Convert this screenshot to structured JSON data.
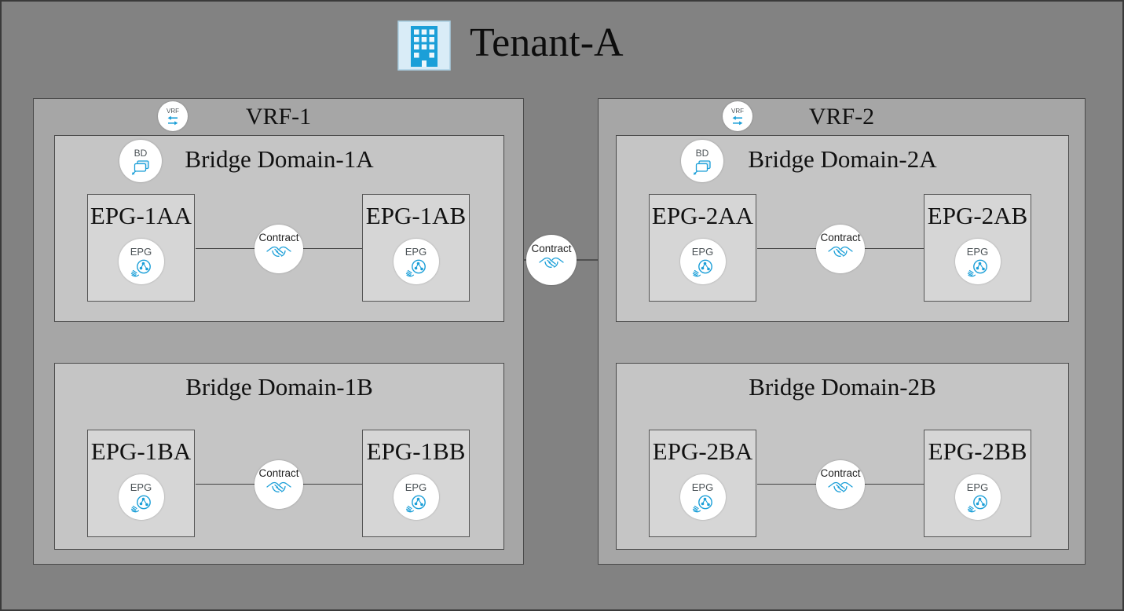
{
  "header": {
    "title": "Tenant-A"
  },
  "labels": {
    "contract": "Contract",
    "vrf_badge": "VRF",
    "bd_badge": "BD",
    "epg_badge": "EPG"
  },
  "vrfs": [
    {
      "label": "VRF-1",
      "bridge_domains": [
        {
          "label": "Bridge Domain-1A",
          "epgs": [
            {
              "label": "EPG-1AA"
            },
            {
              "label": "EPG-1AB"
            }
          ]
        },
        {
          "label": "Bridge Domain-1B",
          "epgs": [
            {
              "label": "EPG-1BA"
            },
            {
              "label": "EPG-1BB"
            }
          ]
        }
      ]
    },
    {
      "label": "VRF-2",
      "bridge_domains": [
        {
          "label": "Bridge Domain-2A",
          "epgs": [
            {
              "label": "EPG-2AA"
            },
            {
              "label": "EPG-2AB"
            }
          ]
        },
        {
          "label": "Bridge Domain-2B",
          "epgs": [
            {
              "label": "EPG-2BA"
            },
            {
              "label": "EPG-2BB"
            }
          ]
        }
      ]
    }
  ],
  "inter_vrf_contract": {
    "label": "Contract",
    "connects": [
      "EPG-1AB",
      "EPG-2AA"
    ]
  },
  "colors": {
    "tenant_bg": "#828282",
    "vrf_bg": "#a6a6a6",
    "bd_bg": "#c5c5c5",
    "epg_bg": "#d6d6d6",
    "accent_blue": "#1b9fd8",
    "border": "#4a4a4a"
  }
}
